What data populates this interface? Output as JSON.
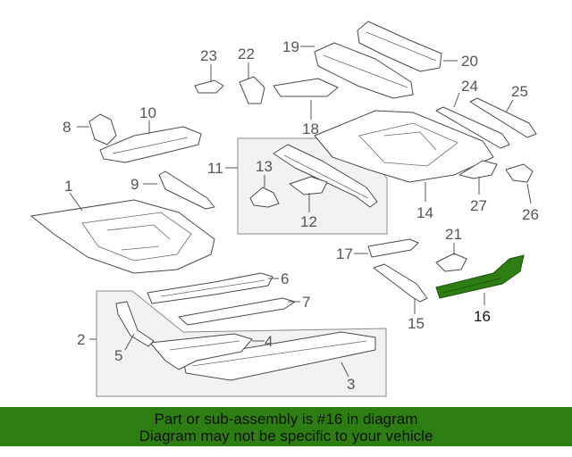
{
  "diagram": {
    "part_numbers": [
      "1",
      "2",
      "3",
      "4",
      "5",
      "6",
      "7",
      "8",
      "9",
      "10",
      "11",
      "12",
      "13",
      "14",
      "15",
      "16",
      "17",
      "18",
      "19",
      "20",
      "21",
      "22",
      "23",
      "24",
      "25",
      "26",
      "27"
    ],
    "highlighted_part": "16",
    "highlight_color": "#2e7d12"
  },
  "banner": {
    "line1": "Part or sub-assembly is #16 in diagram",
    "line2": "Diagram may not be specific to your vehicle",
    "background": "#2e7d12"
  }
}
